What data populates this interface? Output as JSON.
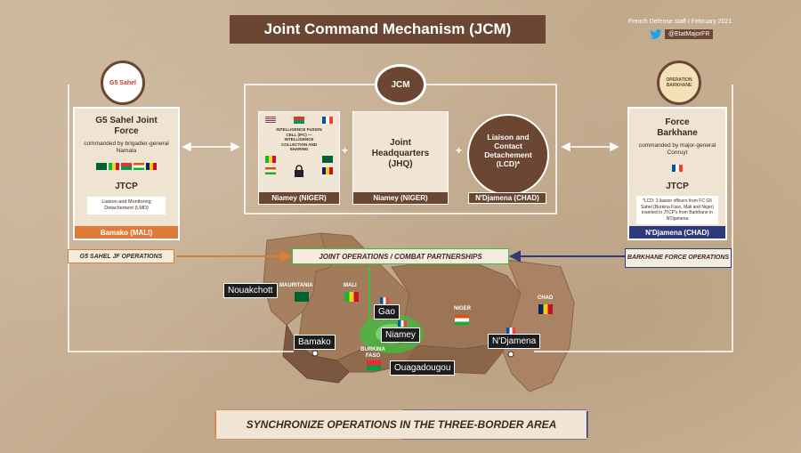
{
  "header": {
    "title": "Joint Command Mechanism (JCM)",
    "credit": "French Defense staff / February 2021",
    "twitter_handle": "@EtatMajorFR"
  },
  "left_card": {
    "logo_text": "G5 Sahel",
    "title": "G5 Sahel Joint Force",
    "commanded_by": "commanded by brigadier-general Namata",
    "jtcp": "JTCP",
    "lmd": "Liaison and Monitoring Detachement (LMD)",
    "location": "Bamako (MALI)"
  },
  "right_card": {
    "logo_text": "OPERATION BARKHANE",
    "title": "Force Barkhane",
    "commanded_by": "commanded by major-general Conruyt",
    "jtcp": "JTCP",
    "lcd_note": "*LCD: 3 liaison officers from FC G5 Sahel (Burkina Faso, Mali and Niger) inserted in JTCP's from Barkhane in N'Djamena",
    "location": "N'Djamena (CHAD)"
  },
  "jcm": {
    "badge": "JCM",
    "ifc_label": "INTELLIGENCE FUSION CELL (IFC) — INTELLIGENCE COLLECTION AND SHARING",
    "ifc_location": "Niamey (NIGER)",
    "plus1": "+",
    "jhq_title": "Joint Headquarters (JHQ)",
    "jhq_location": "Niamey (NIGER)",
    "plus2": "+",
    "lcd_title": "Liaison and Contact Detachement (LCD)*",
    "lcd_location": "N'Djamena (CHAD)"
  },
  "labels": {
    "g5_ops": "G5 SAHEL JF OPERATIONS",
    "joint_ops": "JOINT OPERATIONS / COMBAT PARTNERSHIPS",
    "barkhane_ops": "BARKHANE FORCE OPERATIONS"
  },
  "map": {
    "countries": {
      "mauritania": "MAURITANIA",
      "mali": "MALI",
      "niger": "NIGER",
      "chad": "CHAD",
      "burkina": "BURKINA FASO"
    },
    "cities": {
      "nouakchott": "Nouakchott",
      "gao": "Gao",
      "niamey": "Niamey",
      "ndjamena": "N'Djamena",
      "bamako": "Bamako",
      "ouagadougou": "Ouagadougou"
    }
  },
  "footer": {
    "text": "SYNCHRONIZE OPERATIONS IN THE THREE-BORDER AREA"
  },
  "colors": {
    "brown": "#6b4733",
    "orange": "#e07a3a",
    "navy": "#2c3a7a",
    "green": "#3fbf3f"
  }
}
